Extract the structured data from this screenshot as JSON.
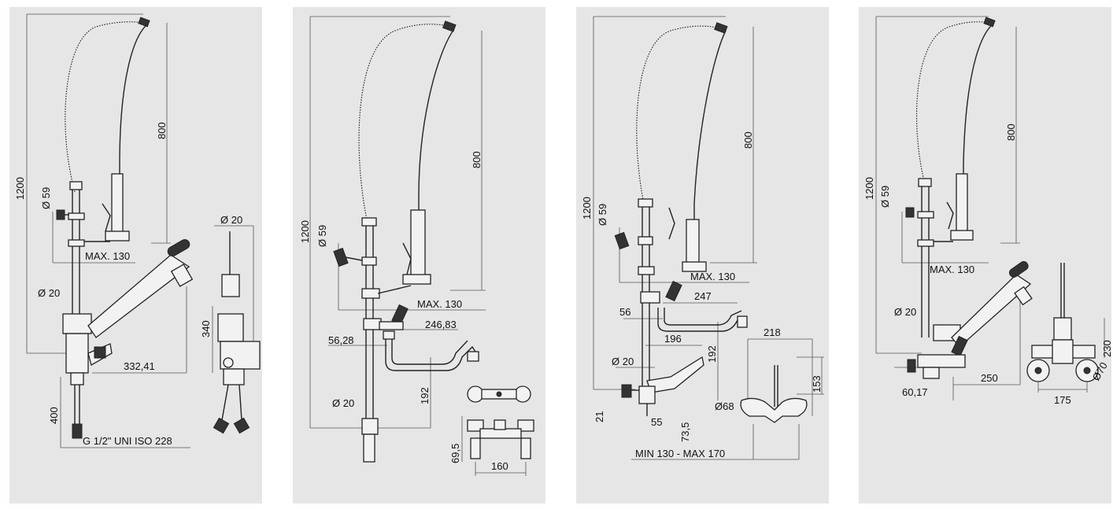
{
  "panels": [
    {
      "labels": {
        "height": "1200",
        "hose": "800",
        "spray_dia": "Ø 59",
        "reach": "MAX. 130",
        "pipe_dia": "Ø 20",
        "spout": "332,41",
        "tail": "400",
        "thread": "G 1/2\" UNI ISO 228",
        "side_dia": "Ø 20",
        "side_height": "340"
      }
    },
    {
      "labels": {
        "height": "1200",
        "hose": "800",
        "spray_dia": "Ø 59",
        "reach": "MAX. 130",
        "spout": "246,83",
        "offset": "56,28",
        "pipe_dia": "Ø 20",
        "drop": "192",
        "base_h": "69,5",
        "centers": "160"
      }
    },
    {
      "labels": {
        "height": "1200",
        "hose": "800",
        "spray_dia": "Ø 59",
        "reach": "MAX. 130",
        "spout": "247",
        "offset": "56",
        "inner": "196",
        "pipe_dia": "Ø 20",
        "drop": "192",
        "width": "218",
        "plate_h": "153",
        "plate_dia": "Ø68",
        "inlet": "21",
        "inlet_len": "55",
        "depth": "73,5",
        "centers": "MIN 130 - MAX 170"
      }
    },
    {
      "labels": {
        "height": "1200",
        "hose": "800",
        "spray_dia": "Ø 59",
        "reach": "MAX. 130",
        "pipe_dia": "Ø 20",
        "offset": "60,17",
        "spout": "250",
        "centers": "175",
        "side_height": "230",
        "side_dia": "Ø70"
      }
    }
  ]
}
